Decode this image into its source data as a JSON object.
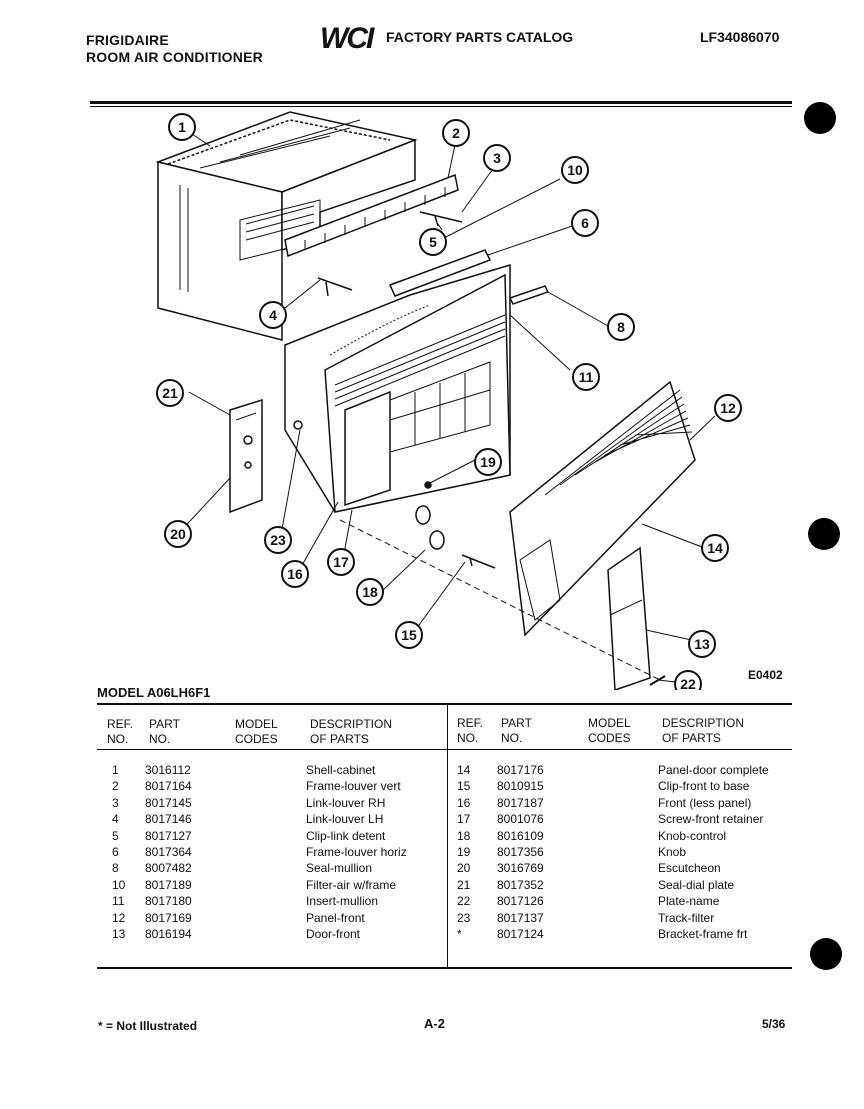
{
  "header": {
    "brand_line1": "FRIGIDAIRE",
    "brand_line2": "ROOM AIR CONDITIONER",
    "logo_text": "WCI",
    "catalog_title": "FACTORY PARTS CATALOG",
    "catalog_number": "LF34086070"
  },
  "diagram": {
    "code": "E0402",
    "callouts": [
      "1",
      "2",
      "3",
      "4",
      "5",
      "6",
      "8",
      "10",
      "11",
      "12",
      "13",
      "14",
      "15",
      "16",
      "17",
      "18",
      "19",
      "20",
      "21",
      "22",
      "23"
    ]
  },
  "model_line": "MODEL A06LH6F1",
  "table_headers": {
    "ref_1": "REF.",
    "ref_2": "NO.",
    "part_1": "PART",
    "part_2": "NO.",
    "model_1": "MODEL",
    "model_2": "CODES",
    "desc_1": "DESCRIPTION",
    "desc_2": "OF PARTS"
  },
  "parts_left": [
    {
      "ref": "1",
      "part": "3016112",
      "desc": "Shell-cabinet"
    },
    {
      "ref": "2",
      "part": "8017164",
      "desc": "Frame-louver vert"
    },
    {
      "ref": "3",
      "part": "8017145",
      "desc": "Link-louver RH"
    },
    {
      "ref": "4",
      "part": "8017146",
      "desc": "Link-louver LH"
    },
    {
      "ref": "5",
      "part": "8017127",
      "desc": "Clip-link detent"
    },
    {
      "ref": "6",
      "part": "8017364",
      "desc": "Frame-louver horiz"
    },
    {
      "ref": "8",
      "part": "8007482",
      "desc": "Seal-mullion"
    },
    {
      "ref": "10",
      "part": "8017189",
      "desc": "Filter-air w/frame"
    },
    {
      "ref": "11",
      "part": "8017180",
      "desc": "Insert-mullion"
    },
    {
      "ref": "12",
      "part": "8017169",
      "desc": "Panel-front"
    },
    {
      "ref": "13",
      "part": "8016194",
      "desc": "Door-front"
    }
  ],
  "parts_right": [
    {
      "ref": "14",
      "part": "8017176",
      "desc": "Panel-door complete"
    },
    {
      "ref": "15",
      "part": "8010915",
      "desc": "Clip-front to base"
    },
    {
      "ref": "16",
      "part": "8017187",
      "desc": "Front (less panel)"
    },
    {
      "ref": "17",
      "part": "8001076",
      "desc": "Screw-front retainer"
    },
    {
      "ref": "18",
      "part": "8016109",
      "desc": "Knob-control"
    },
    {
      "ref": "19",
      "part": "8017356",
      "desc": "Knob"
    },
    {
      "ref": "20",
      "part": "3016769",
      "desc": "Escutcheon"
    },
    {
      "ref": "21",
      "part": "8017352",
      "desc": "Seal-dial plate"
    },
    {
      "ref": "22",
      "part": "8017126",
      "desc": "Plate-name"
    },
    {
      "ref": "23",
      "part": "8017137",
      "desc": "Track-filter"
    },
    {
      "ref": "*",
      "part": "8017124",
      "desc": "Bracket-frame frt"
    }
  ],
  "footer": {
    "footnote": "* = Not Illustrated",
    "page_number": "A-2",
    "date": "5/36"
  }
}
